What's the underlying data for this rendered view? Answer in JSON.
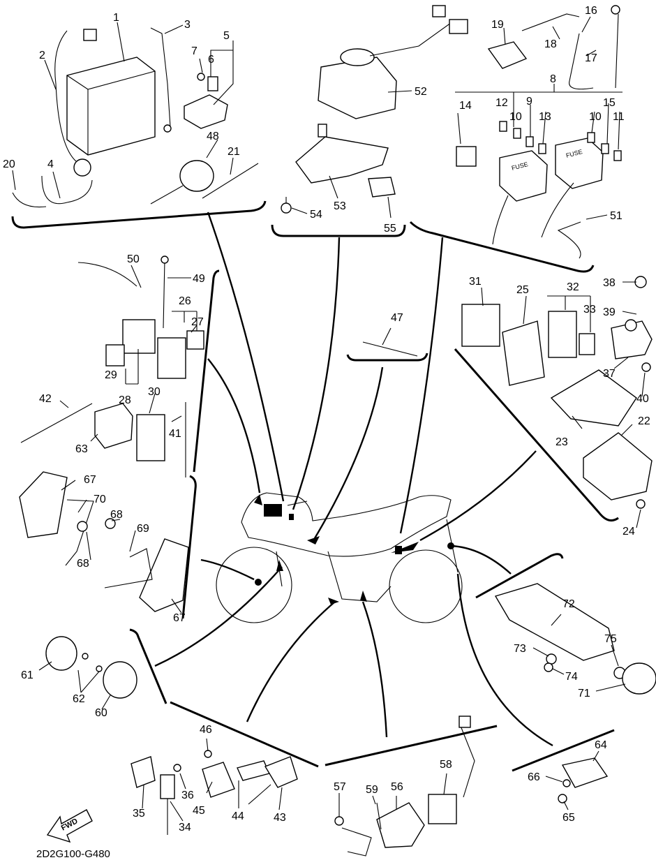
{
  "diagram": {
    "code": "2D2G100-G480",
    "fwd_label": "FWD",
    "fuse_text": "FUSE",
    "callouts": [
      "1",
      "2",
      "3",
      "4",
      "5",
      "6",
      "7",
      "8",
      "9",
      "10",
      "11",
      "12",
      "13",
      "14",
      "15",
      "16",
      "17",
      "18",
      "19",
      "20",
      "21",
      "22",
      "23",
      "24",
      "25",
      "26",
      "27",
      "28",
      "29",
      "30",
      "31",
      "32",
      "33",
      "34",
      "35",
      "36",
      "37",
      "38",
      "39",
      "40",
      "41",
      "42",
      "43",
      "44",
      "45",
      "46",
      "47",
      "48",
      "49",
      "50",
      "51",
      "52",
      "53",
      "54",
      "55",
      "56",
      "57",
      "58",
      "59",
      "60",
      "61",
      "62",
      "63",
      "64",
      "65",
      "66",
      "67",
      "68",
      "69",
      "70",
      "71",
      "72",
      "73",
      "74",
      "75"
    ],
    "callouts_extra": [
      "6",
      "10",
      "67",
      "68"
    ]
  }
}
